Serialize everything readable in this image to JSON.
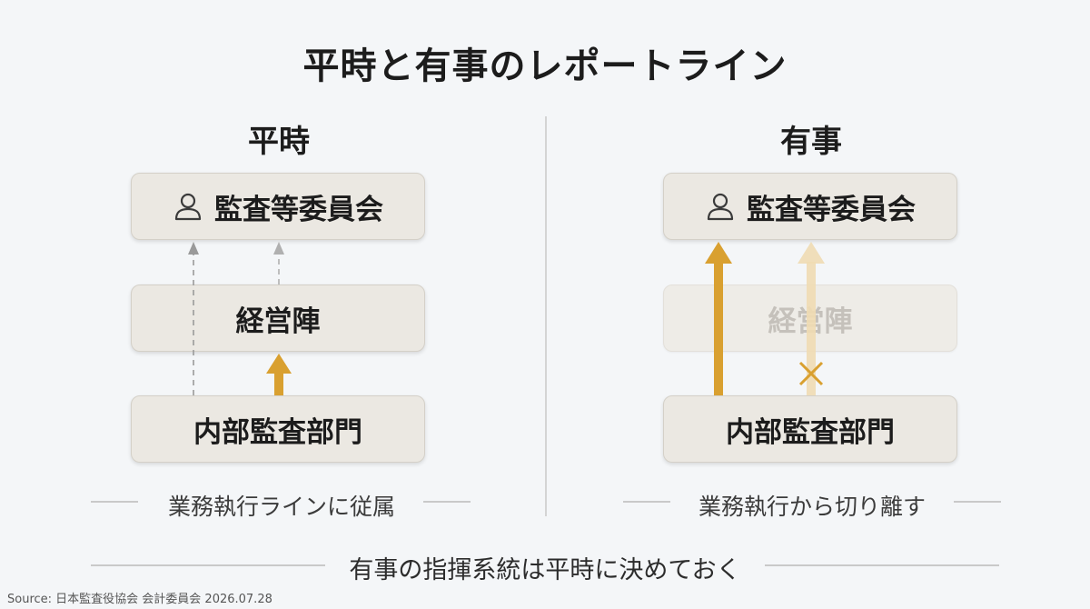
{
  "title": "平時と有事のレポートライン",
  "left": {
    "heading": "平時",
    "boxes": {
      "top": "監査等委員会",
      "middle": "経営陣",
      "bottom": "内部監査部門"
    },
    "caption": "業務執行ラインに従属"
  },
  "right": {
    "heading": "有事",
    "boxes": {
      "top": "監査等委員会",
      "middle": "経営陣",
      "bottom": "内部監査部門"
    },
    "caption": "業務執行から切り離す"
  },
  "footer": "有事の指揮系統は平時に決めておく",
  "source": "Source: 日本監査役協会 会計委員会 2026.07.28",
  "colors": {
    "accent": "#d9a030",
    "accent_faded": "#efdcb3",
    "dashed": "#9a9a9a"
  },
  "icons": {
    "person": "person-icon",
    "blocked": "cross-icon"
  }
}
